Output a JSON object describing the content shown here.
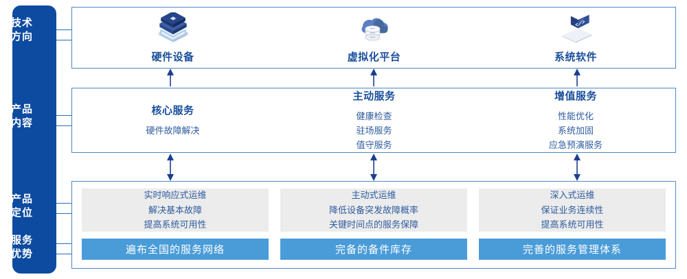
{
  "rail": {
    "labels": [
      {
        "id": "tech-direction",
        "line1": "技术",
        "line2": "方向"
      },
      {
        "id": "product-content",
        "line1": "产品",
        "line2": "内容"
      },
      {
        "id": "product-position",
        "line1": "产品",
        "line2": "定位"
      },
      {
        "id": "service-advantage",
        "line1": "服务",
        "line2": "优势"
      }
    ]
  },
  "tech": [
    {
      "icon": "server-stack-icon",
      "name": "硬件设备"
    },
    {
      "icon": "cloud-database-icon",
      "name": "虚拟化平台"
    },
    {
      "icon": "laptop-code-icon",
      "name": "系统软件"
    }
  ],
  "content": [
    {
      "title": "核心服务",
      "items": [
        "硬件故障解决"
      ]
    },
    {
      "title": "主动服务",
      "items": [
        "健康检查",
        "驻场服务",
        "值守服务"
      ]
    },
    {
      "title": "增值服务",
      "items": [
        "性能优化",
        "系统加固",
        "应急预演服务"
      ]
    }
  ],
  "positioning": [
    {
      "lines": [
        "实时响应式运维",
        "解决基本故障",
        "提高系统可用性"
      ]
    },
    {
      "lines": [
        "主动式运维",
        "降低设备突发故障概率",
        "关键时间点的服务保障"
      ]
    },
    {
      "lines": [
        "深入式运维",
        "保证业务连续性",
        "提高系统可用性"
      ]
    }
  ],
  "advantages": [
    {
      "text": "遍布全国的服务网络"
    },
    {
      "text": "完备的备件库存"
    },
    {
      "text": "完善的服务管理体系"
    }
  ],
  "colors": {
    "rail_blue": "#0d4ba0",
    "panel_border": "#4c86c6",
    "title_blue": "#1b4f9c",
    "body_blue": "#2f5c9e",
    "advantage_bar": "#4a9cd8",
    "card_gray": "#ececec",
    "arrow": "#1b3f8f"
  }
}
